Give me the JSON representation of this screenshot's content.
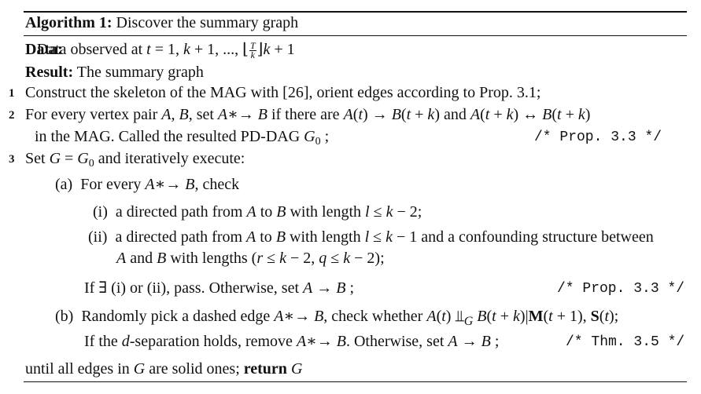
{
  "algorithm": {
    "label": "Algorithm 1:",
    "title": "Discover the summary graph",
    "data_label": "Data:",
    "data_text_pre": "Data observed at ",
    "data_math_1": "t",
    "data_math_2": " = 1, ",
    "data_math_3": "k",
    "data_math_4": " + 1, ..., ⌊",
    "data_frac_num": "T",
    "data_frac_den": "k",
    "data_math_5": "⌋",
    "data_math_6": "k",
    "data_math_7": " + 1",
    "result_label": "Result:",
    "result_text": "The summary graph",
    "footer_text": "until all edges in ",
    "footer_G": "G",
    "footer_text2": " are solid ones; ",
    "footer_return": "return",
    "footer_G2": "G"
  },
  "lines": {
    "n1": "1",
    "l1": "Construct the skeleton of the MAG with [26], orient edges according to Prop. 3.1;",
    "n2": "2",
    "l2a": "For every vertex pair ",
    "l2b": "A, B",
    "l2c": ", set ",
    "l2d": "A",
    "l2e": "∗→ ",
    "l2f": "B",
    "l2g": " if there are ",
    "l2h": "A",
    "l2i": "(",
    "l2j": "t",
    "l2k": ") → ",
    "l2l": "B",
    "l2m": "(",
    "l2n": "t",
    "l2o": " + ",
    "l2p": "k",
    "l2q": ") and ",
    "l2r": "A",
    "l2s": "(",
    "l2t": "t",
    "l2u": " + ",
    "l2v": "k",
    "l2w": ") ↔ ",
    "l2x": "B",
    "l2y": "(",
    "l2z": "t",
    "l2aa": " + ",
    "l2ab": "k",
    "l2ac": ")",
    "l2_cont": "in the MAG. Called the resulted PD-DAG ",
    "l2_G": "G",
    "l2_sub": "0",
    "l2_end": " ;",
    "l2_comment": "/* Prop. 3.3 */",
    "n3": "3",
    "l3a": "Set ",
    "l3b": "G",
    "l3c": " = ",
    "l3d": "G",
    "l3e": "0",
    "l3f": " and iteratively execute:",
    "a_label": "(a)",
    "a_text": "For every ",
    "a_A": "A",
    "a_arrow": "∗→ ",
    "a_B": "B",
    "a_end": ", check",
    "i_label": "(i)",
    "i_text": "a directed path from ",
    "i_A": "A",
    "i_to": " to ",
    "i_B": "B",
    "i_len": " with length ",
    "i_l": "l",
    "i_le": " ≤ ",
    "i_k": "k",
    "i_rest": " − 2;",
    "ii_label": "(ii)",
    "ii_text": "a directed path from ",
    "ii_A": "A",
    "ii_to": " to ",
    "ii_B": "B",
    "ii_len": " with length ",
    "ii_l": "l",
    "ii_le": " ≤ ",
    "ii_k": "k",
    "ii_rest": " − 1 and a confounding structure between",
    "ii_cont_A": "A",
    "ii_cont_and": " and ",
    "ii_cont_B": "B",
    "ii_cont_text": " with lengths (",
    "ii_r": "r",
    "ii_le2": " ≤ ",
    "ii_k2": "k",
    "ii_m2": " − 2, ",
    "ii_q": "q",
    "ii_le3": " ≤ ",
    "ii_k3": "k",
    "ii_end": " − 2);",
    "if_text": "If ∃ (i) or (ii), pass. Otherwise, set ",
    "if_A": "A",
    "if_arrow": " → ",
    "if_B": "B",
    "if_end": " ;",
    "if_comment": "/* Prop. 3.3 */",
    "b_label": "(b)",
    "b_text": "Randomly pick a dashed edge ",
    "b_A": "A",
    "b_arrow": "∗→ ",
    "b_B": "B",
    "b_check": ", check whether ",
    "b_A2": "A",
    "b_p1": "(",
    "b_t1": "t",
    "b_p2": ") ",
    "b_indep": "⫫",
    "b_Gsub": "G",
    "b_B2": " B",
    "b_p3": "(",
    "b_t2": "t",
    "b_plus": " + ",
    "b_k": "k",
    "b_p4": ")|",
    "b_M": "M",
    "b_p5": "(",
    "b_t3": "t",
    "b_p6": " + 1), ",
    "b_S": "S",
    "b_p7": "(",
    "b_t4": "t",
    "b_p8": ");",
    "b2_text": "If the ",
    "b2_d": "d",
    "b2_text2": "-separation holds, remove ",
    "b2_A": "A",
    "b2_arrow": "∗→ ",
    "b2_B": "B",
    "b2_text3": ". Otherwise, set ",
    "b2_A2": "A",
    "b2_arrow2": " → ",
    "b2_B2": "B",
    "b2_end": " ;",
    "b2_comment": "/* Thm. 3.5 */"
  }
}
